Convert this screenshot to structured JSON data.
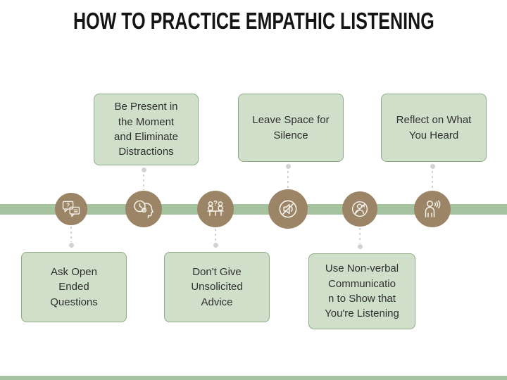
{
  "title": "HOW TO PRACTICE EMPATHIC LISTENING",
  "colors": {
    "timeline_green": "#a6c3a0",
    "box_fill": "#cfdfca",
    "box_border": "#8fab85",
    "circle_brown": "#9c8566",
    "connector_gray": "#d2d2d2",
    "box_text": "#2f2f2f",
    "title_text": "#151515",
    "icon_stroke": "#f5f2ec"
  },
  "steps": [
    {
      "label": "Ask Open\nEnded\nQuestions",
      "icon": "chat-question-icon",
      "box_position": "bottom"
    },
    {
      "label": "Be Present in\nthe Moment\nand Eliminate\nDistractions",
      "icon": "head-clock-icon",
      "box_position": "top"
    },
    {
      "label": "Don't Give\nUnsolicited\nAdvice",
      "icon": "people-discussion-icon",
      "box_position": "bottom"
    },
    {
      "label": "Leave Space for\nSilence",
      "icon": "muted-speaker-icon",
      "box_position": "top"
    },
    {
      "label": "Use Non-verbal\nCommunicatio\nn to Show that\nYou're Listening",
      "icon": "no-talking-icon",
      "box_position": "bottom"
    },
    {
      "label": "Reflect on What\nYou Heard",
      "icon": "person-listening-icon",
      "box_position": "top"
    }
  ]
}
